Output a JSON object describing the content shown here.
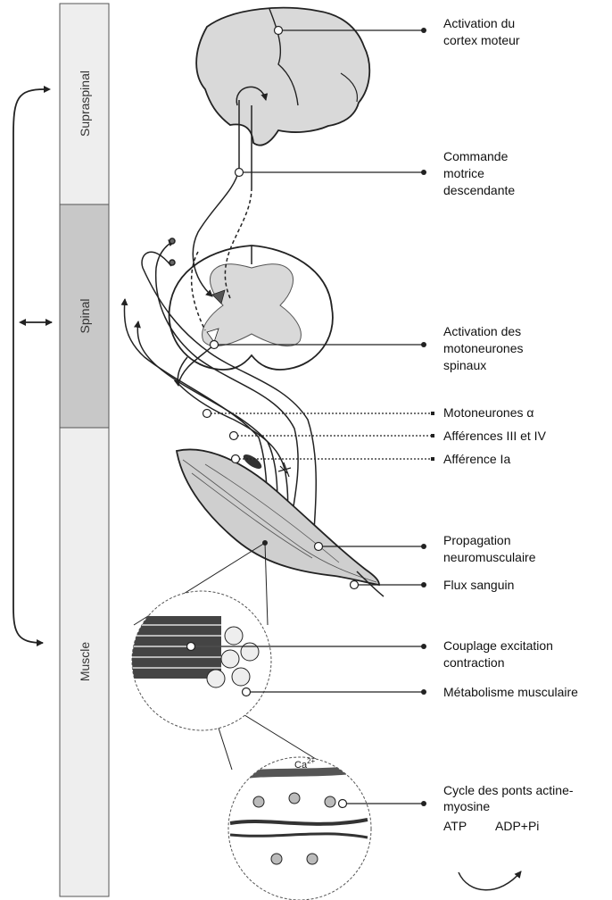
{
  "levels": [
    {
      "id": "supraspinal",
      "label": "Supraspinal"
    },
    {
      "id": "spinal",
      "label": "Spinal"
    },
    {
      "id": "muscle",
      "label": "Muscle"
    }
  ],
  "annotations": {
    "cortex": "Activation du\ncortex moteur",
    "descending": "Commande\nmotrice\ndescendante",
    "motoneurons": "Activation des\nmotoneurones\nspinaux",
    "alpha": "Motoneurones α",
    "afferent34": "Afférences III et IV",
    "afferentIa": "Afférence Ia",
    "propagation": "Propagation\nneuromusculaire",
    "bloodflow": "Flux sanguin",
    "coupling": "Couplage excitation\ncontraction",
    "metabolism": "Métabolisme musculaire",
    "crossbridge": "Cycle des ponts actine-\nmyosine",
    "atp": "ATP",
    "adp": "ADP+Pi",
    "calcium": "Ca",
    "calcium_sup": "2+"
  },
  "colors": {
    "supraspinal_fill": "#eeeeee",
    "spinal_fill": "#c8c8c8",
    "muscle_fill": "#eeeeee",
    "brain_fill": "#d9d9d9",
    "muscle_body": "#cfcfcf",
    "line": "#222222"
  }
}
